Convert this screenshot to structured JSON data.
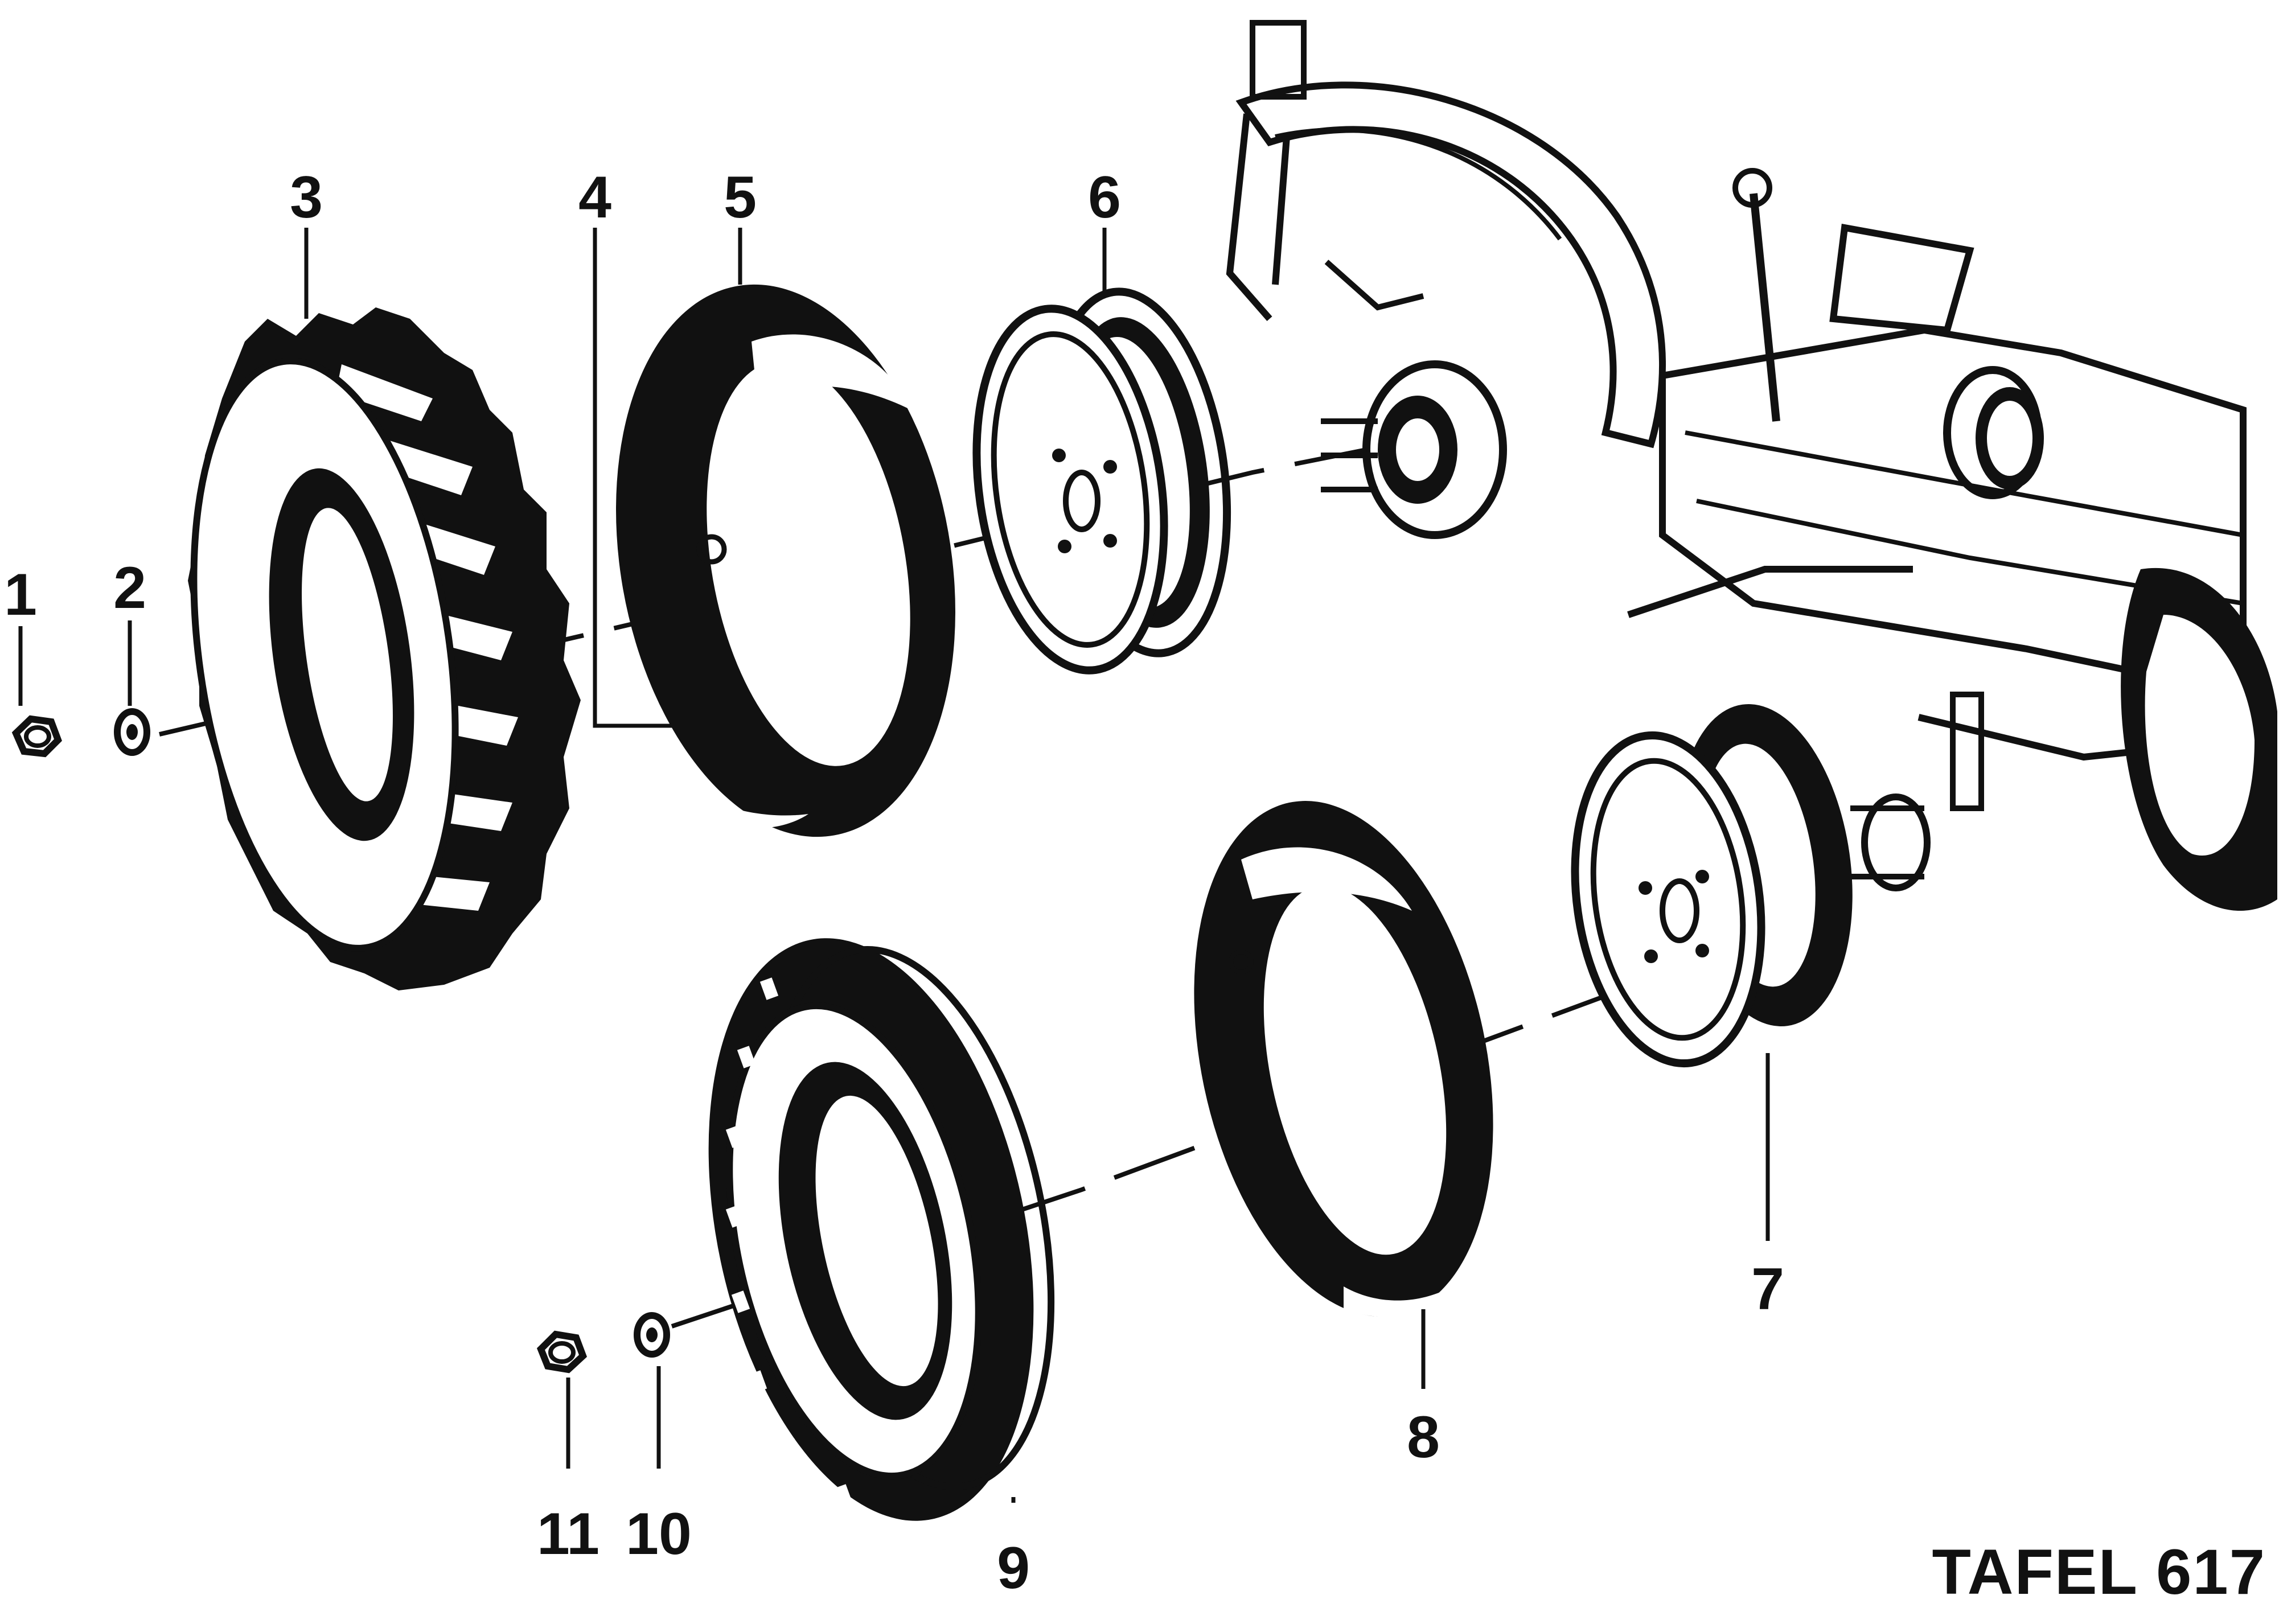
{
  "plate_label": "TAFEL 617",
  "callouts": [
    {
      "id": "1",
      "text": "1"
    },
    {
      "id": "2",
      "text": "2"
    },
    {
      "id": "3",
      "text": "3"
    },
    {
      "id": "4",
      "text": "4"
    },
    {
      "id": "5",
      "text": "5"
    },
    {
      "id": "6",
      "text": "6"
    },
    {
      "id": "7",
      "text": "7"
    },
    {
      "id": "8",
      "text": "8"
    },
    {
      "id": "9",
      "text": "9"
    },
    {
      "id": "10",
      "text": "10"
    },
    {
      "id": "11",
      "text": "11"
    }
  ],
  "colors": {
    "ink": "#111111",
    "paper": "#ffffff"
  }
}
